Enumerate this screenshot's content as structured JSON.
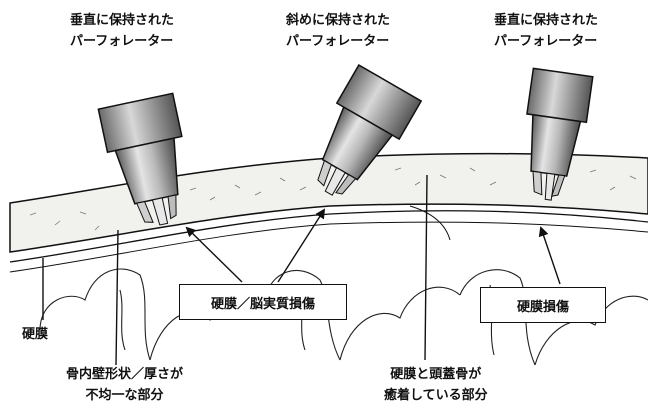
{
  "labels": {
    "perforator_left": [
      "垂直に保持された",
      "パーフォレーター"
    ],
    "perforator_center": [
      "斜めに保持された",
      "パーフォレーター"
    ],
    "perforator_right": [
      "垂直に保持された",
      "パーフォレーター"
    ],
    "dura": "硬膜",
    "bone_wall": [
      "骨内壁形状／厚さが",
      "不均一な部分"
    ],
    "adhesion": [
      "硬膜と頭蓋骨が",
      "癒着している部分"
    ]
  },
  "callouts": {
    "dura_brain_injury": "硬膜／脳実質損傷",
    "dura_injury": "硬膜損傷"
  },
  "colors": {
    "line": "#111111",
    "metal_dark": "#5a5a5a",
    "metal_light": "#e4e4e4",
    "bone": "#f1f1ee"
  }
}
